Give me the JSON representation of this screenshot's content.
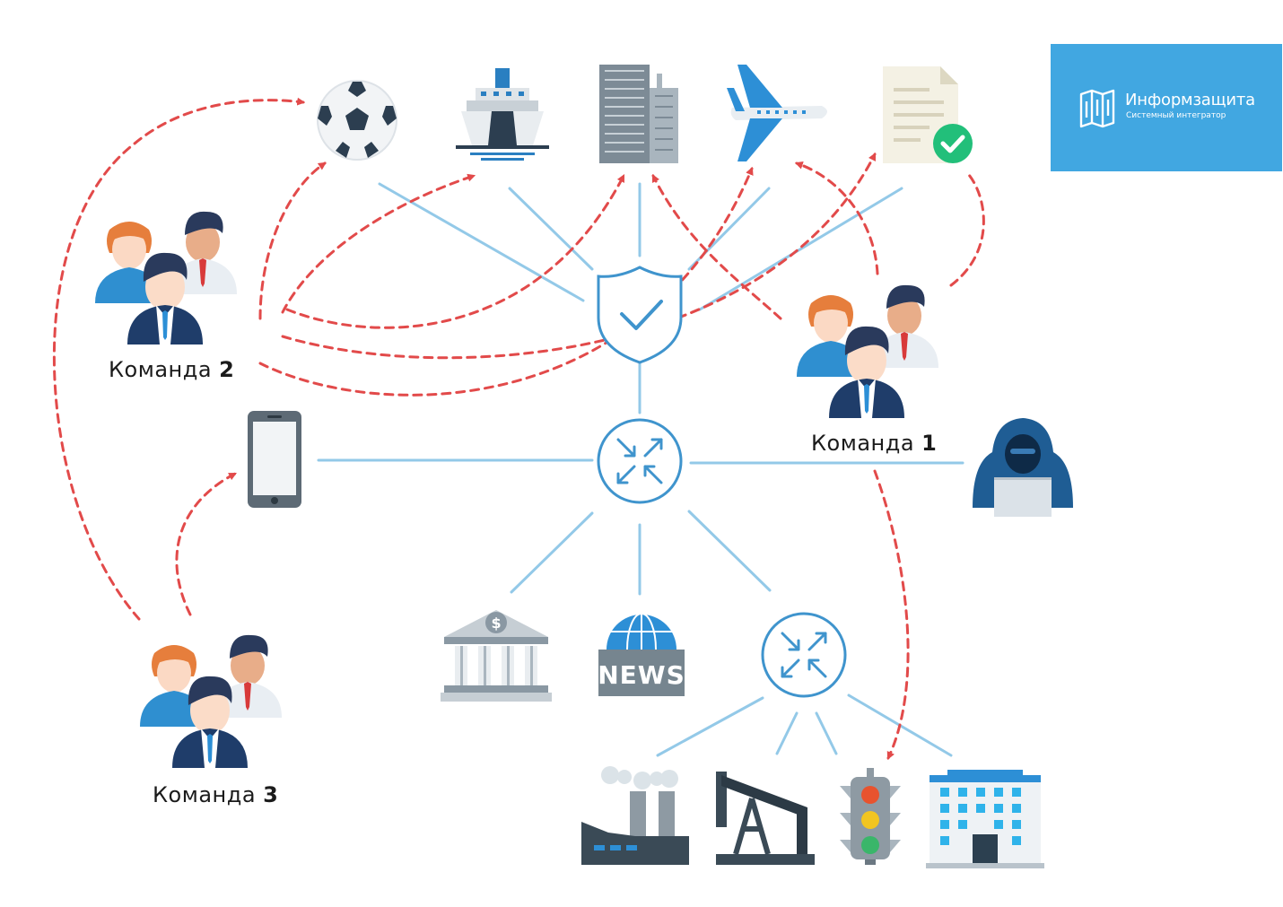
{
  "teams": {
    "team1": {
      "word": "Команда",
      "number": "1"
    },
    "team2": {
      "word": "Команда",
      "number": "2"
    },
    "team3": {
      "word": "Команда",
      "number": "3"
    }
  },
  "logo": {
    "title": "Информзащита",
    "subtitle": "Системный интегратор",
    "bg_color": "#41a7e1"
  },
  "news_label": "NEWS",
  "colors": {
    "connection_line": "#93c9e8",
    "attack_path": "#e24a4a",
    "hub_stroke": "#3f94cd"
  },
  "icons": [
    "soccer-ball-icon",
    "ship-icon",
    "skyscraper-icon",
    "airplane-icon",
    "document-check-icon",
    "shield-check-icon",
    "router-hub-icon",
    "smartphone-icon",
    "hacker-icon",
    "bank-icon",
    "news-globe-icon",
    "factory-icon",
    "oil-pump-icon",
    "traffic-light-icon",
    "office-building-icon"
  ]
}
